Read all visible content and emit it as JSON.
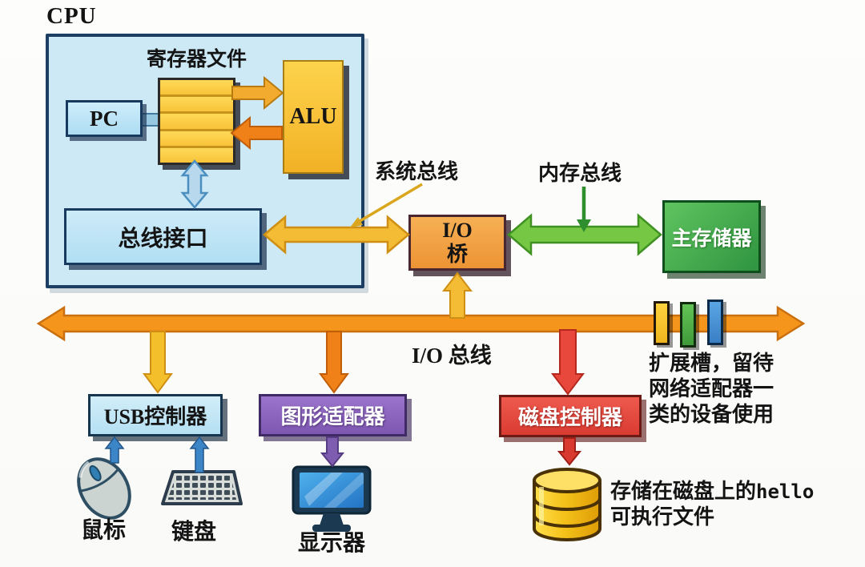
{
  "cpu": {
    "label": "CPU",
    "register_file": "寄存器文件",
    "pc": "PC",
    "alu": "ALU",
    "bus_interface": "总线接口"
  },
  "labels": {
    "system_bus": "系统总线",
    "memory_bus": "内存总线",
    "io_bus": "I/O 总线"
  },
  "io_bridge": {
    "line1": "I/O",
    "line2": "桥"
  },
  "main_memory": {
    "label": "主存储器"
  },
  "controllers": {
    "usb": "USB控制器",
    "graphics": "图形适配器",
    "disk": "磁盘控制器"
  },
  "devices": {
    "mouse": "鼠标",
    "keyboard": "键盘",
    "monitor": "显示器"
  },
  "expansion_note": {
    "lines": [
      "扩展槽，留待",
      "网络适配器一",
      "类的设备使用"
    ]
  },
  "disk_note": {
    "prefix": "存储在磁盘上的",
    "code": "hello",
    "line2": "可执行文件"
  },
  "colors": {
    "cpu_fill": "#cde9f6",
    "cpu_border": "#1c3e63",
    "yellow_arrow": "#f3bc34",
    "orange_arrow": "#f08018",
    "io_bus": "#f6951c",
    "red_arrow": "#e8483c",
    "green_arrow": "#76c844",
    "memory_green": "#2f9440",
    "adapter_purple": "#8f67bf",
    "controller_red": "#e4493e",
    "device_blue": "#3c86c8",
    "disk_gold": "#f2c21a"
  }
}
